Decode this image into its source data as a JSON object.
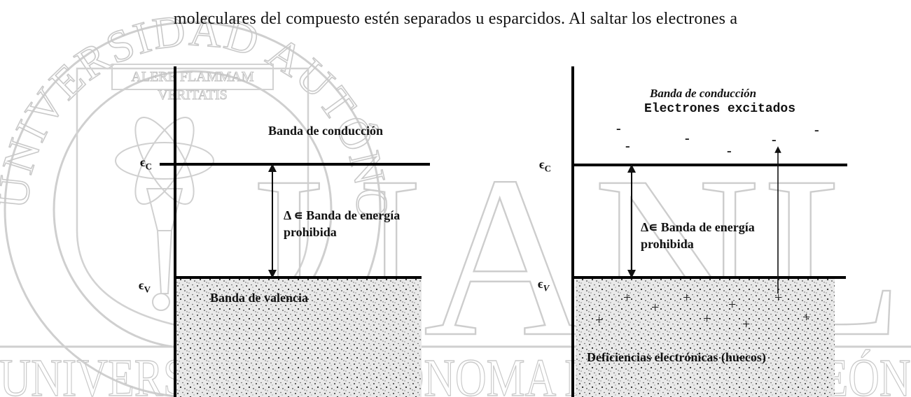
{
  "intro_text": "moleculares del compuesto estén separados u esparcidos. Al saltar los electrones a",
  "watermark": {
    "seal_ring_text": "UNIVERSIDAD AUTÓNOMA DE NUEVO LEÓN",
    "motto": [
      "ALERE FLAMMAM",
      "VERITATIS"
    ],
    "big_letters": "UANL",
    "bottom_text": "UNIVERSIDAD AUTÓNOMA DE NUEVO LEÓN",
    "color": "#c9c9c9"
  },
  "left_diagram": {
    "conduction_label": "Banda de conducción",
    "ec_label": "ϵ",
    "ec_sub": "C",
    "ev_label": "ϵ",
    "ev_sub": "V",
    "gap_label_line1": "Δ ∊ Banda de energía",
    "gap_label_line2": "prohibida",
    "valence_label": "Banda de valencia"
  },
  "right_diagram": {
    "conduction_label_line1": "Banda de conducción",
    "conduction_label_line2": "Electrones excitados",
    "ec_label": "ϵ",
    "ec_sub": "C",
    "ev_label": "ϵ",
    "ev_sub": "V",
    "gap_label_line1": "Δ∊ Banda de energía",
    "gap_label_line2": "prohibida",
    "holes_label": "Deficiencias electrónicas (huecos)",
    "electron_symbol": "-",
    "hole_symbol": "+"
  }
}
